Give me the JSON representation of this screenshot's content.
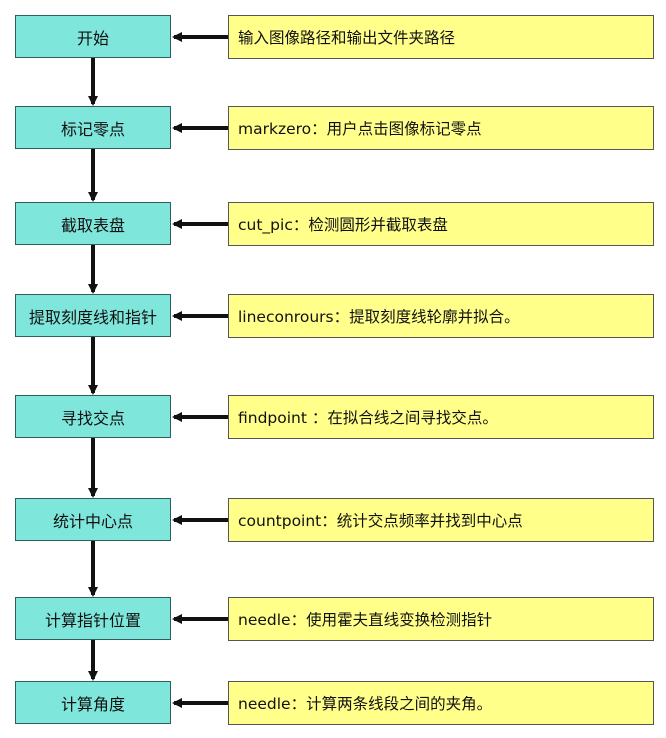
{
  "steps": [
    {
      "label": "开始",
      "note": "输入图像路径和输出文件夹路径"
    },
    {
      "label": "标记零点",
      "note": "markzero：用户点击图像标记零点"
    },
    {
      "label": "截取表盘",
      "note": "cut_pic：检测圆形并截取表盘"
    },
    {
      "label": "提取刻度线和指针",
      "note": "lineconrours：提取刻度线轮廓并拟合。"
    },
    {
      "label": "寻找交点",
      "note": "findpoint ：在拟合线之间寻找交点。"
    },
    {
      "label": "统计中心点",
      "note": "countpoint：统计交点频率并找到中心点"
    },
    {
      "label": "计算指针位置",
      "note": "needle：使用霍夫直线变换检测指针"
    },
    {
      "label": "计算角度",
      "note": "needle：计算两条线段之间的夹角。"
    }
  ],
  "colors": {
    "step_fill": "#7fe6dc",
    "note_fill": "#ffff8a",
    "arrow": "#111111"
  }
}
